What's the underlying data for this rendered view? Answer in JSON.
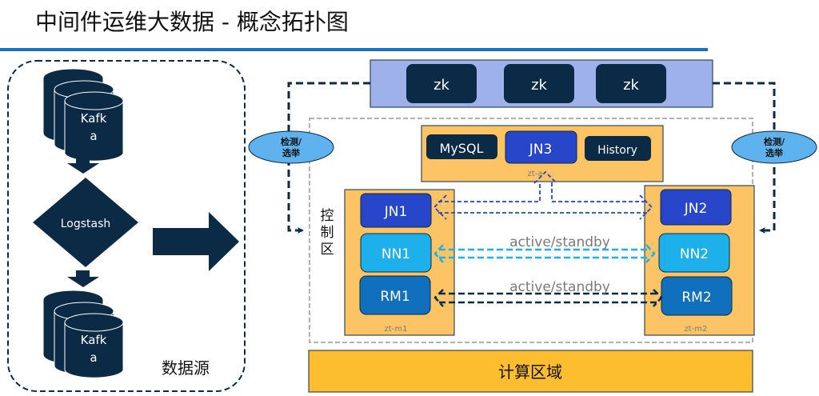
{
  "title": "中间件运维大数据 - 概念拓扑图",
  "colors": {
    "navy": "#0b2a45",
    "title_bar": "#1b6fbf",
    "zk_band": "#9fb1ea",
    "orange_box": "#fdc466",
    "compute_box": "#fcbe2e",
    "jn": "#2746c9",
    "nn": "#1eb0ea",
    "rm": "#1170bd",
    "ellipse": "#5eb3ee"
  },
  "data_source": {
    "label": "数据源",
    "kafka_top": [
      "Kafk",
      "a"
    ],
    "logstash": "Logstash",
    "kafka_bottom": [
      "Kafk",
      "a"
    ]
  },
  "zk_cluster": {
    "nodes": [
      "zk",
      "zk",
      "zk"
    ]
  },
  "detect_elect": {
    "left": [
      "检测/",
      "选举"
    ],
    "right": [
      "检测/",
      "选举"
    ]
  },
  "control_zone": {
    "label": [
      "控",
      "制",
      "区"
    ],
    "top_host": {
      "name": "zt-a",
      "services": [
        "MySQL",
        "JN3",
        "History"
      ]
    },
    "left_host": {
      "name": "zt-m1",
      "services": [
        "JN1",
        "NN1",
        "RM1"
      ]
    },
    "right_host": {
      "name": "zt-m2",
      "services": [
        "JN2",
        "NN2",
        "RM2"
      ]
    },
    "links": {
      "nn_label": "active/standby",
      "rm_label": "active/standby"
    }
  },
  "compute_zone": {
    "label": "计算区域"
  }
}
